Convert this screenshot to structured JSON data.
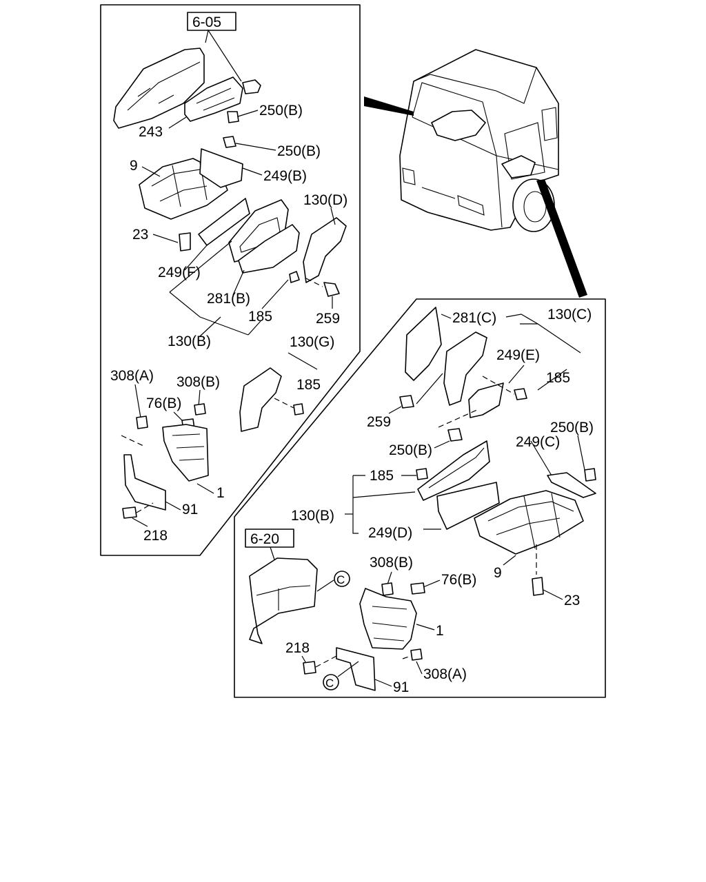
{
  "refs": {
    "left_panel": "6-05",
    "right_panel": "6-20",
    "circle_c": "C"
  },
  "left": {
    "l250b_1": "250(B)",
    "l243": "243",
    "l250b_2": "250(B)",
    "l9": "9",
    "l249b": "249(B)",
    "l130d": "130(D)",
    "l23": "23",
    "l249f": "249(F)",
    "l281b": "281(B)",
    "l185": "185",
    "l259": "259",
    "l130b": "130(B)",
    "l130g": "130(G)",
    "l185g": "185",
    "l308a": "308(A)",
    "l308b": "308(B)",
    "l76b": "76(B)",
    "l1": "1",
    "l91": "91",
    "l218": "218"
  },
  "right": {
    "l281c": "281(C)",
    "l130c": "130(C)",
    "l249e": "249(E)",
    "l185c": "185",
    "l259": "259",
    "l250b_a": "250(B)",
    "l249c": "249(C)",
    "l250b_b": "250(B)",
    "l185": "185",
    "l130b": "130(B)",
    "l249d": "249(D)",
    "l9": "9",
    "l308b": "308(B)",
    "l76b": "76(B)",
    "l1": "1",
    "l23": "23",
    "l218": "218",
    "l308a": "308(A)",
    "l91": "91"
  }
}
